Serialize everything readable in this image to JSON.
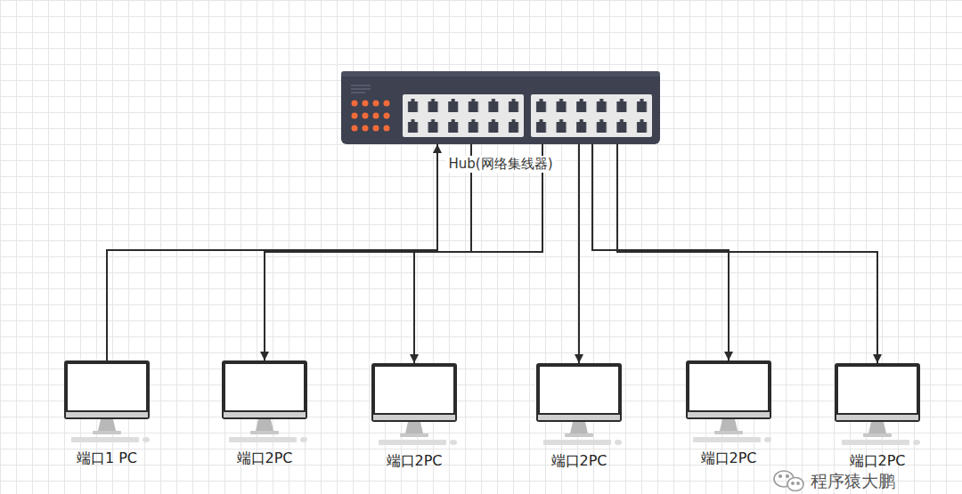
{
  "diagram": {
    "nodes": [
      {
        "text": [
          "Hub(网络集线器)"
        ]
      },
      {
        "text": [
          "端口1 PC"
        ]
      },
      {
        "text": [
          "端口2PC"
        ]
      },
      {
        "text": [
          "端口2PC"
        ]
      },
      {
        "text": [
          "端口2PC"
        ]
      },
      {
        "text": [
          "端口2PC"
        ]
      },
      {
        "text": [
          "端口2PC"
        ]
      }
    ],
    "edges": [
      {
        "from": 1,
        "to": 0,
        "arrow": "to"
      },
      {
        "from": 0,
        "to": 2,
        "arrow": "to"
      },
      {
        "from": 0,
        "to": 3,
        "arrow": "to"
      },
      {
        "from": 0,
        "to": 4,
        "arrow": "to"
      },
      {
        "from": 0,
        "to": 5,
        "arrow": "to"
      },
      {
        "from": 0,
        "to": 6,
        "arrow": "to"
      }
    ],
    "labels": [
      "程序猿大鹏"
    ]
  }
}
